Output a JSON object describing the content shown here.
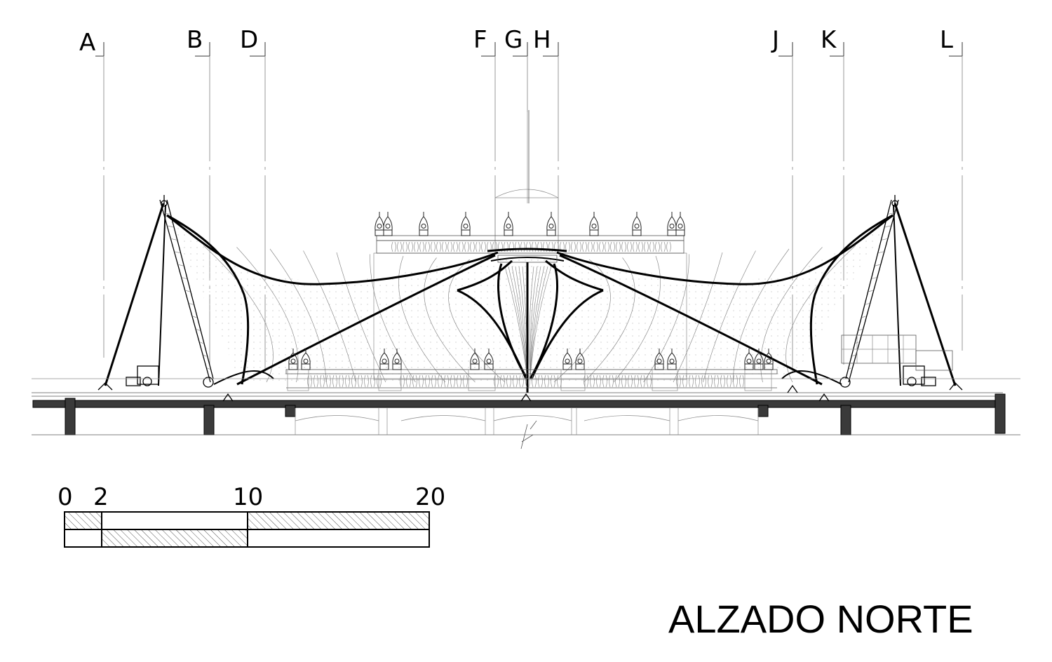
{
  "drawing": {
    "title": "ALZADO NORTE",
    "axes": [
      "A",
      "B",
      "D",
      "F",
      "G",
      "H",
      "J",
      "K",
      "L"
    ]
  },
  "scale_bar": {
    "labels": [
      "0",
      "2",
      "10",
      "20"
    ]
  }
}
